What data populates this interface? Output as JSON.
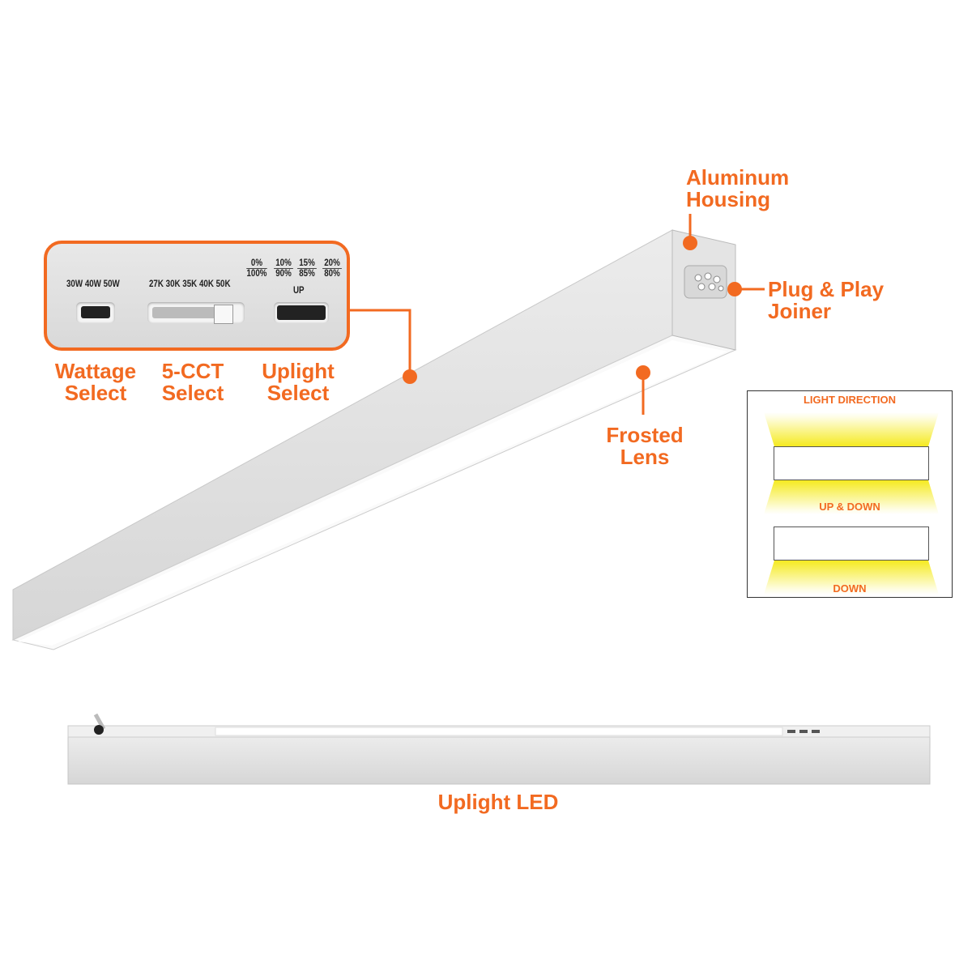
{
  "colors": {
    "accent": "#f26a21",
    "glow": "#f5ea20"
  },
  "callouts": {
    "aluminum_housing": [
      "Aluminum",
      "Housing"
    ],
    "plug_play": [
      "Plug & Play",
      "Joiner"
    ],
    "frosted_lens": [
      "Frosted",
      "Lens"
    ],
    "wattage": [
      "Wattage",
      "Select"
    ],
    "cct": [
      "5-CCT",
      "Select"
    ],
    "uplight": [
      "Uplight",
      "Select"
    ],
    "uplight_led": "Uplight LED"
  },
  "switch_panel": {
    "wattage_options": "30W 40W 50W",
    "cct_options": "27K 30K 35K 40K 50K",
    "uplight_options": [
      {
        "top": "0%",
        "bottom": "100%"
      },
      {
        "top": "10%",
        "bottom": "90%"
      },
      {
        "top": "15%",
        "bottom": "85%"
      },
      {
        "top": "20%",
        "bottom": "80%"
      }
    ],
    "uplight_label": "UP"
  },
  "light_direction": {
    "title": "LIGHT DIRECTION",
    "up_down": "UP & DOWN",
    "down": "DOWN"
  }
}
